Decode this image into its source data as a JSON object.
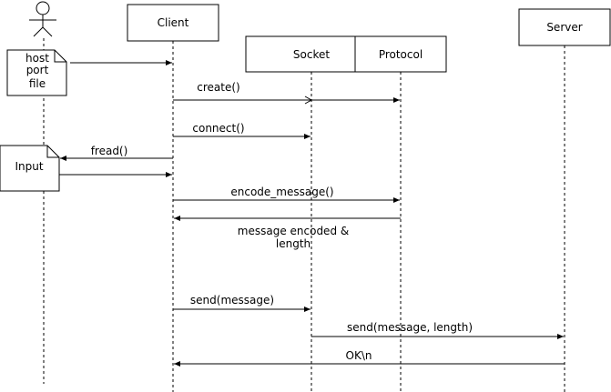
{
  "participants": {
    "client": "Client",
    "socket": "Socket",
    "protocol": "Protocol",
    "server": "Server"
  },
  "notes": {
    "host_port_file": [
      "host",
      "port",
      "file"
    ],
    "input": "Input"
  },
  "messages": {
    "create": "create()",
    "connect": "connect()",
    "fread": "fread()",
    "encode_message": "encode_message()",
    "message_encoded": [
      "message encoded &",
      "length"
    ],
    "send_message": "send(message)",
    "send_message_length": "send(message, length)",
    "ok": "OK\\n"
  }
}
